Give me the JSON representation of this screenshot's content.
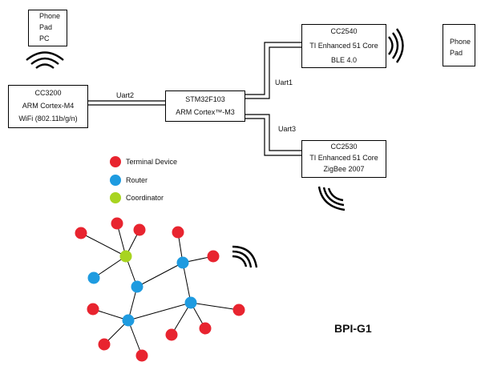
{
  "device_box_left": {
    "lines": [
      "Phone",
      "Pad",
      "PC"
    ]
  },
  "device_box_right": {
    "lines": [
      "Phone",
      "Pad"
    ]
  },
  "cc3200": {
    "lines": [
      "CC3200",
      "ARM Cortex-M4",
      "WiFi (802.11b/g/n)"
    ]
  },
  "stm32": {
    "lines": [
      "STM32F103",
      "ARM Cortex™-M3"
    ]
  },
  "cc2540": {
    "lines": [
      "CC2540",
      "TI Enhanced 51 Core",
      "BLE 4.0"
    ]
  },
  "cc2530": {
    "lines": [
      "CC2530",
      "TI Enhanced 51 Core",
      "ZigBee 2007"
    ]
  },
  "links": {
    "uart1": "Uart1",
    "uart2": "Uart2",
    "uart3": "Uart3"
  },
  "legend": [
    {
      "label": "Terminal Device",
      "color": "#e8242f"
    },
    {
      "label": "Router",
      "color": "#1e9be0"
    },
    {
      "label": "Coordinator",
      "color": "#a8d420"
    }
  ],
  "board_label": "BPI-G1"
}
